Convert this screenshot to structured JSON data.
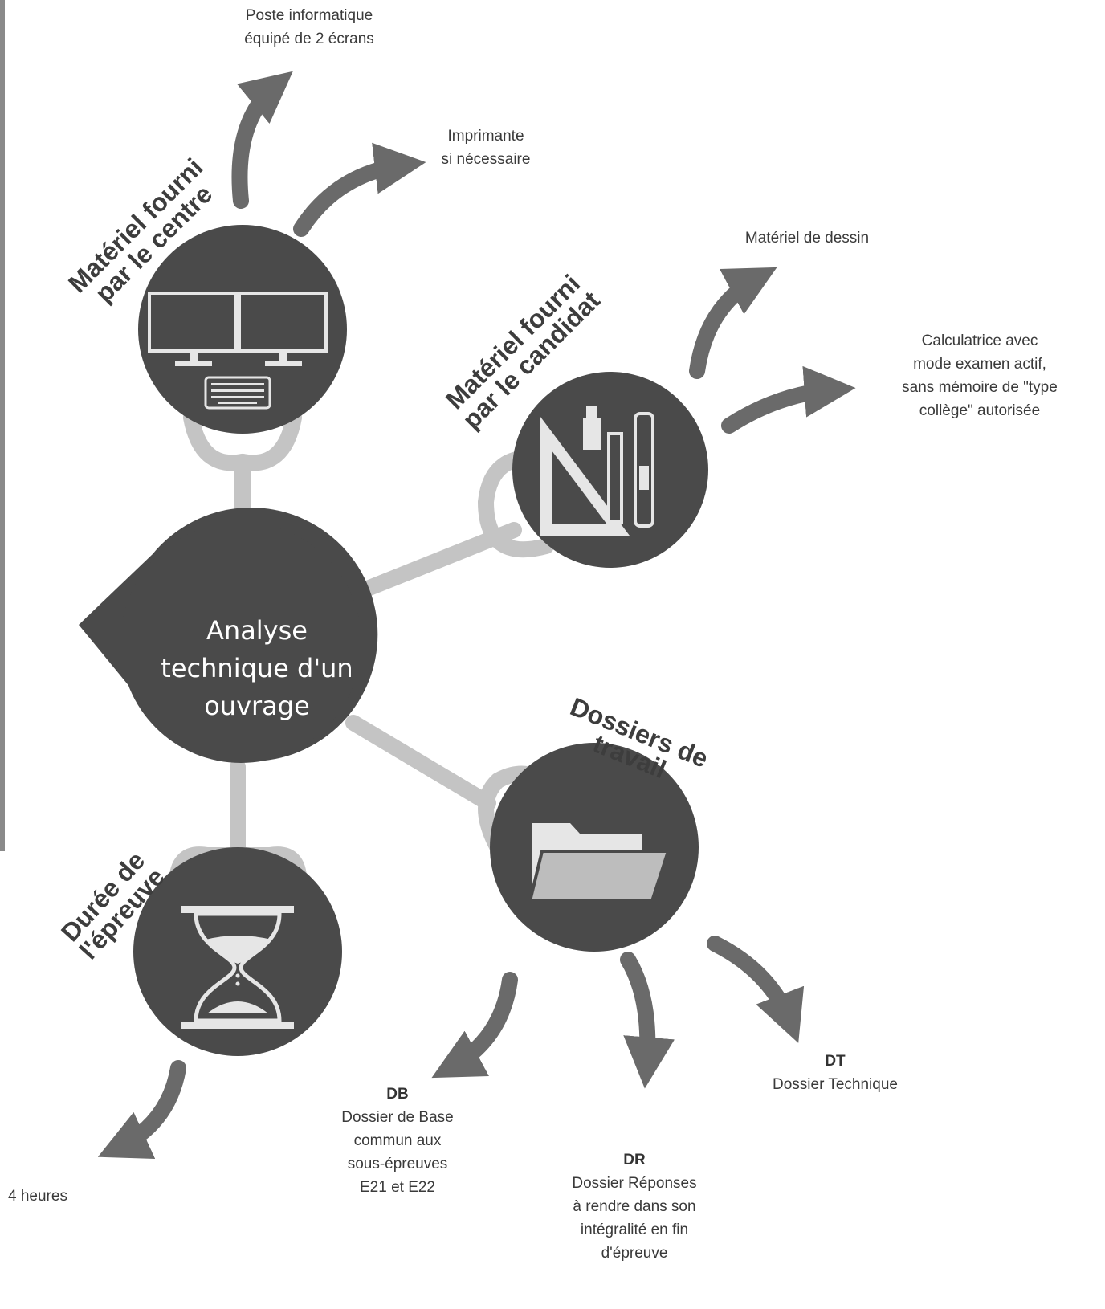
{
  "center": {
    "lines": [
      "Analyse",
      "technique d'un",
      "ouvrage"
    ]
  },
  "branches": {
    "centre_material": {
      "title_lines": [
        "Matériel fourni",
        "par le centre"
      ],
      "icon": "monitors-keyboard-icon",
      "items": [
        {
          "lines": [
            "Poste informatique",
            "équipé de 2 écrans"
          ]
        },
        {
          "lines": [
            "Imprimante",
            "si nécessaire"
          ]
        }
      ]
    },
    "candidate_material": {
      "title_lines": [
        "Matériel fourni",
        "par le candidat"
      ],
      "icon": "drawing-tools-icon",
      "items": [
        {
          "lines": [
            "Matériel de dessin"
          ]
        },
        {
          "lines": [
            "Calculatrice avec",
            "mode examen actif,",
            "sans mémoire de \"type",
            "collège\" autorisée"
          ]
        }
      ]
    },
    "work_files": {
      "title_lines": [
        "Dossiers de",
        "travail"
      ],
      "icon": "folder-icon",
      "items": [
        {
          "code": "DB",
          "lines": [
            "Dossier de Base",
            "commun aux",
            "sous-épreuves",
            "E21 et E22"
          ]
        },
        {
          "code": "DR",
          "lines": [
            "Dossier Réponses",
            "à rendre dans son",
            "intégralité en fin",
            "d'épreuve"
          ]
        },
        {
          "code": "DT",
          "lines": [
            "Dossier Technique"
          ]
        }
      ]
    },
    "duration": {
      "title_lines": [
        "Durée de",
        "l'épreuve"
      ],
      "icon": "hourglass-icon",
      "items": [
        {
          "lines": [
            "4 heures"
          ]
        }
      ]
    }
  },
  "colors": {
    "node": "#4a4a4a",
    "link": "#c4c4c4",
    "arrow": "#6a6a6a",
    "icon_light": "#e6e6e6",
    "text": "#333333"
  }
}
